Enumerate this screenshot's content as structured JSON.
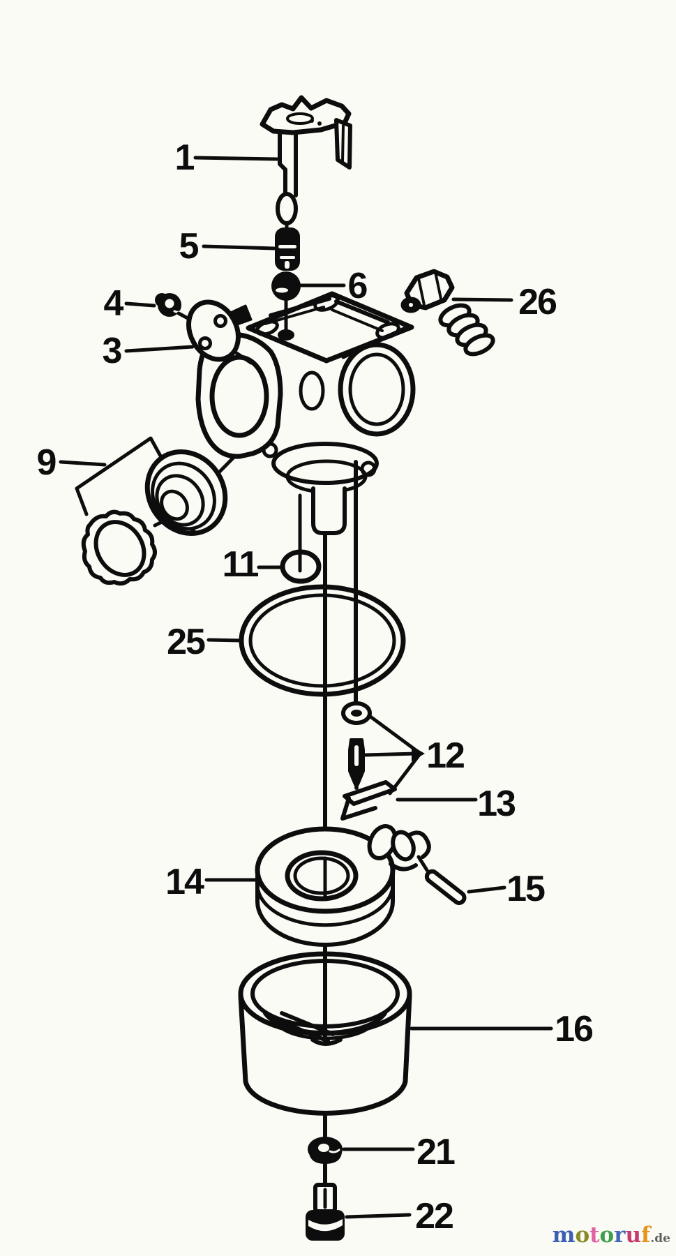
{
  "diagram": {
    "kind": "exploded parts diagram (black line art)",
    "background_color": "#fbfbf5",
    "line_color": "#0d0d0d"
  },
  "callouts": [
    {
      "label": "1"
    },
    {
      "label": "5"
    },
    {
      "label": "6"
    },
    {
      "label": "4"
    },
    {
      "label": "3"
    },
    {
      "label": "26"
    },
    {
      "label": "9"
    },
    {
      "label": "11"
    },
    {
      "label": "25"
    },
    {
      "label": "12"
    },
    {
      "label": "13"
    },
    {
      "label": "14"
    },
    {
      "label": "15"
    },
    {
      "label": "16"
    },
    {
      "label": "21"
    },
    {
      "label": "22"
    }
  ],
  "watermark": {
    "text": "motoruf",
    "suffix": ".de",
    "suffix_color": "#5f5f5f",
    "letters": [
      {
        "ch": "m",
        "color": "#3b5fb5"
      },
      {
        "ch": "o",
        "color": "#8a8a25"
      },
      {
        "ch": "t",
        "color": "#e0619f"
      },
      {
        "ch": "o",
        "color": "#3f9e49"
      },
      {
        "ch": "r",
        "color": "#4565bb"
      },
      {
        "ch": "u",
        "color": "#c63b6e"
      },
      {
        "ch": "f",
        "color": "#e5941d"
      }
    ]
  }
}
